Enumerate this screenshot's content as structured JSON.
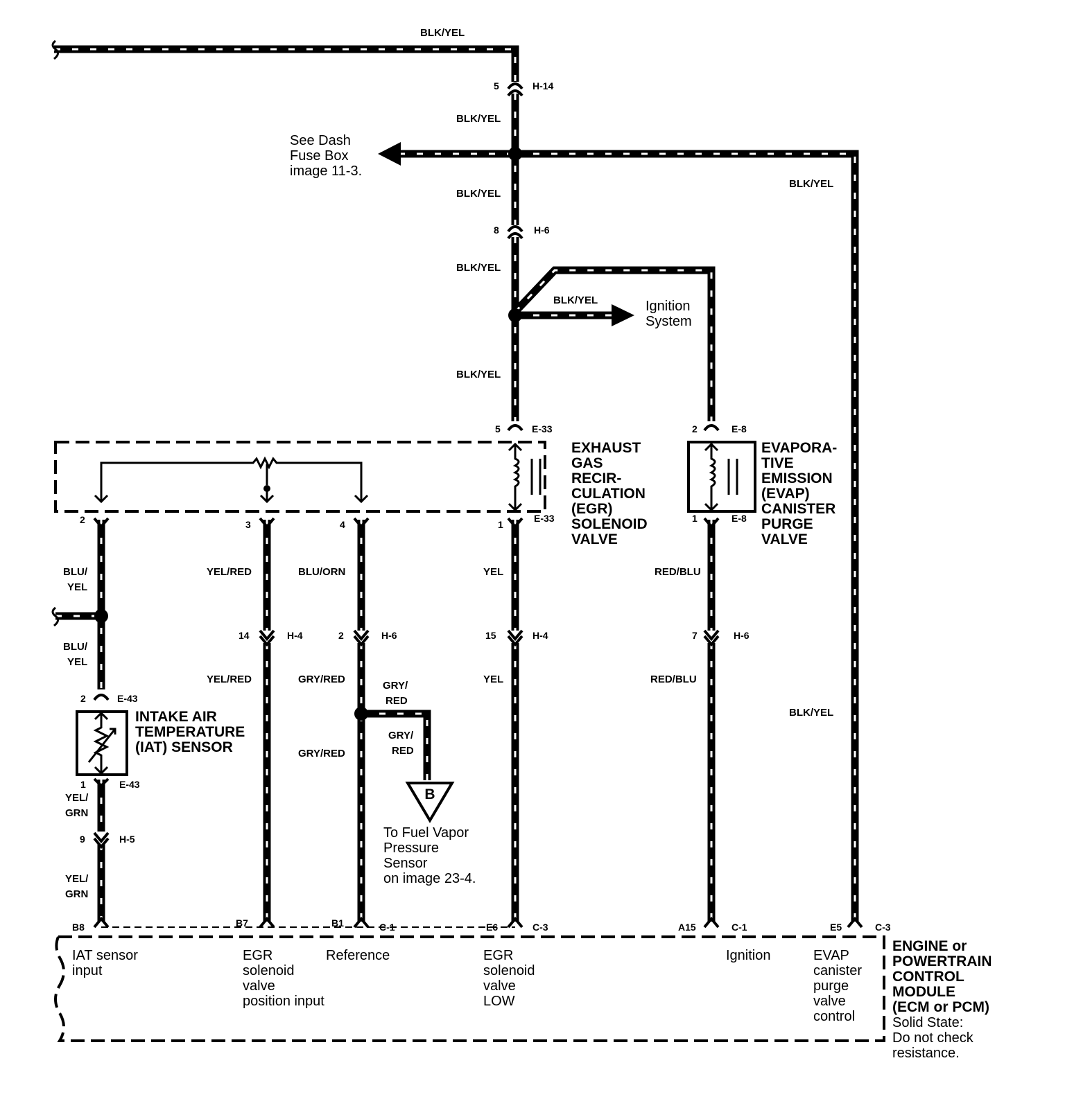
{
  "wires": {
    "top": "BLK/YEL",
    "h14_below": "BLK/YEL",
    "h6_above": "BLK/YEL",
    "h6_below": "BLK/YEL",
    "to_ignition": "BLK/YEL",
    "egr_feed": "BLK/YEL",
    "right_upper": "BLK/YEL",
    "right_lower": "BLK/YEL",
    "iat_upper_1": "BLU/",
    "iat_upper_2": "YEL",
    "iat_mid_1": "BLU/",
    "iat_mid_2": "YEL",
    "iat_low_a_1": "YEL/",
    "iat_low_a_2": "GRN",
    "iat_low_b_1": "YEL/",
    "iat_low_b_2": "GRN",
    "egr_pos_upper": "YEL/RED",
    "egr_pos_lower": "YEL/RED",
    "ref_upper": "BLU/ORN",
    "ref_lower_1": "GRY/RED",
    "ref_lower_2": "GRY/RED",
    "branch_1a": "GRY/",
    "branch_1b": "RED",
    "branch_2a": "GRY/",
    "branch_2b": "RED",
    "egr_low_upper": "YEL",
    "egr_low_lower": "YEL",
    "evap_lower_1": "RED/BLU",
    "evap_lower_2": "RED/BLU"
  },
  "connectors": {
    "h14_pin": "5",
    "h14_name": "H-14",
    "h6_pin": "8",
    "h6_name": "H-6",
    "e33_top_pin": "5",
    "e33_top_name": "E-33",
    "e33_bot_pin": "1",
    "e33_bot_name": "E-33",
    "e8_top_pin": "2",
    "e8_top_name": "E-8",
    "e8_bot_pin": "1",
    "e8_bot_name": "E-8",
    "egr_p2": "2",
    "egr_p3": "3",
    "egr_p4": "4",
    "h4a_pin": "14",
    "h4a_name": "H-4",
    "h6b_pin": "2",
    "h6b_name": "H-6",
    "h4b_pin": "15",
    "h4b_name": "H-4",
    "h6c_pin": "7",
    "h6c_name": "H-6",
    "e43_top_pin": "2",
    "e43_top_name": "E-43",
    "e43_bot_pin": "1",
    "e43_bot_name": "E-43",
    "h5_pin": "9",
    "h5_name": "H-5",
    "ecm_b8": "B8",
    "ecm_b7": "B7",
    "ecm_b1": "B1",
    "ecm_c1a": "C-1",
    "ecm_e6": "E6",
    "ecm_c3a": "C-3",
    "ecm_a15": "A15",
    "ecm_c1b": "C-1",
    "ecm_e5": "E5",
    "ecm_c3b": "C-3"
  },
  "components": {
    "egr_valve": [
      "EXHAUST",
      "GAS",
      "RECIR-",
      "CULATION",
      "(EGR)",
      "SOLENOID",
      "VALVE"
    ],
    "evap_valve": [
      "EVAPORA-",
      "TIVE",
      "EMISSION",
      "(EVAP)",
      "CANISTER",
      "PURGE",
      "VALVE"
    ],
    "iat_sensor": [
      "INTAKE AIR",
      "TEMPERATURE",
      "(IAT) SENSOR"
    ],
    "ecm_title": [
      "ENGINE or",
      "POWERTRAIN",
      "CONTROL",
      "MODULE",
      "(ECM or PCM)"
    ],
    "ecm_note": [
      "Solid State:",
      "Do not check",
      "resistance."
    ]
  },
  "notes": {
    "dash_fuse": [
      "See Dash",
      "Fuse Box",
      "image 11-3."
    ],
    "ignition": [
      "Ignition",
      "System"
    ],
    "fuel_vapor": [
      "To Fuel Vapor",
      "Pressure",
      "Sensor",
      "on image 23-4."
    ],
    "connector_b": "B"
  },
  "ecm_terminals": {
    "iat": [
      "IAT sensor",
      "input"
    ],
    "egr_pos": [
      "EGR",
      "solenoid",
      "valve",
      "position input"
    ],
    "reference": [
      "Reference"
    ],
    "egr_low": [
      "EGR",
      "solenoid",
      "valve",
      "LOW"
    ],
    "ignition": [
      "Ignition"
    ],
    "evap": [
      "EVAP",
      "canister",
      "purge",
      "valve",
      "control"
    ]
  }
}
